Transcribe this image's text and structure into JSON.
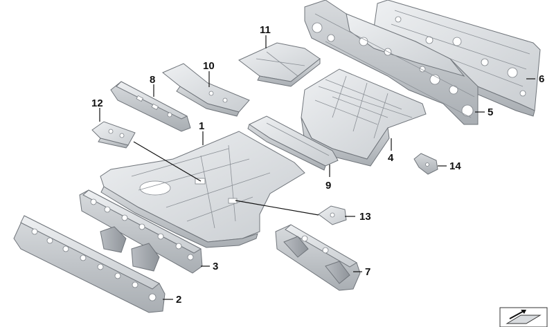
{
  "colors": {
    "part_light": "#dfe2e5",
    "part_mid": "#c4c8cc",
    "part_dark": "#9ea3a8",
    "outline": "#6f747a",
    "label": "#111111"
  },
  "callouts": [
    {
      "id": "1",
      "label": "1"
    },
    {
      "id": "2",
      "label": "2"
    },
    {
      "id": "3",
      "label": "3"
    },
    {
      "id": "4",
      "label": "4"
    },
    {
      "id": "5",
      "label": "5"
    },
    {
      "id": "6",
      "label": "6"
    },
    {
      "id": "7",
      "label": "7"
    },
    {
      "id": "8",
      "label": "8"
    },
    {
      "id": "9",
      "label": "9"
    },
    {
      "id": "10",
      "label": "10"
    },
    {
      "id": "11",
      "label": "11"
    },
    {
      "id": "12",
      "label": "12"
    },
    {
      "id": "13",
      "label": "13"
    },
    {
      "id": "14",
      "label": "14"
    }
  ],
  "corner_icon": "view-orientation-icon"
}
